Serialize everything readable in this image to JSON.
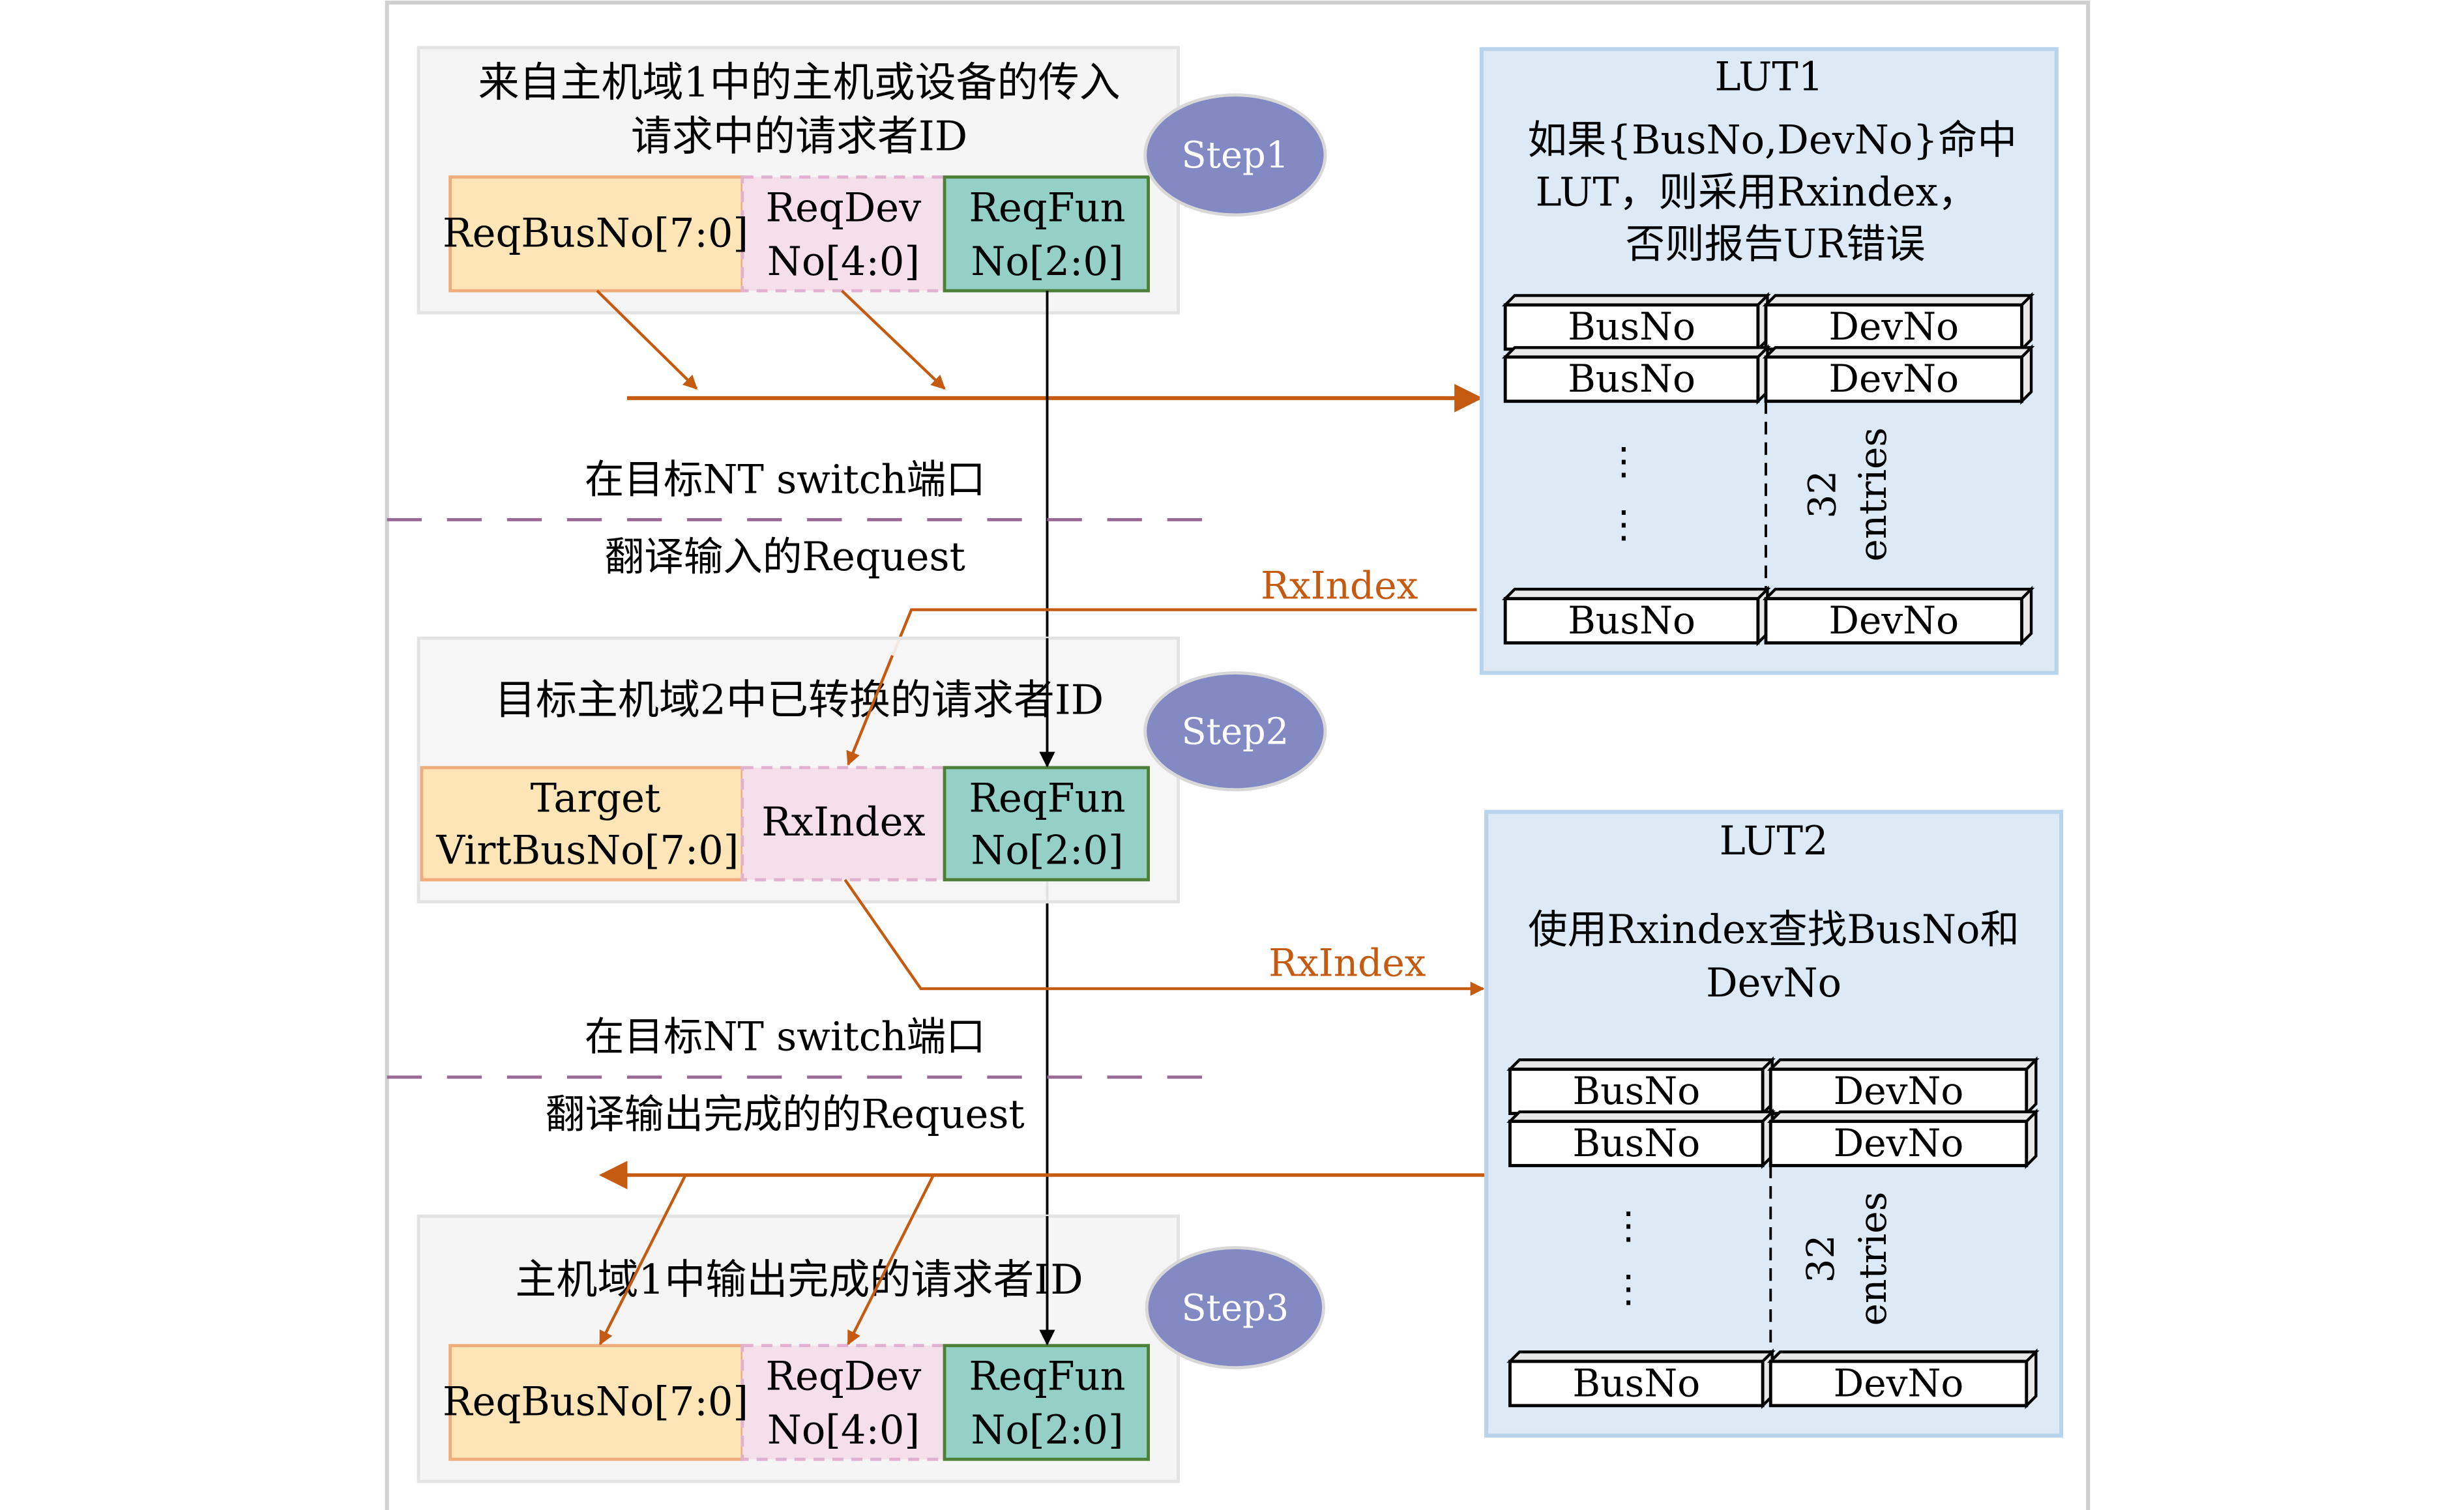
{
  "colors": {
    "frame": "#d0d0d0",
    "group_bg": "#f5f5f5",
    "group_border": "#e3e3e3",
    "bus_fill": "#fde5b8",
    "bus_border": "#f0ad7c",
    "dev_fill": "#f4dfeb",
    "dev_border": "#e0b2d0",
    "fun_fill": "#95d0c7",
    "fun_border": "#4e7f38",
    "step_fill": "#8389c3",
    "step_border": "#d8d8d8",
    "lut_fill": "#dde9f5",
    "lut_border": "#b8d3ec",
    "arrow_orange": "#c55a11",
    "divider": "#9a6a96"
  },
  "step1": {
    "title_line1": "来自主机域1中的主机或设备的传入",
    "title_line2": "请求中的请求者ID",
    "badge": "Step1",
    "fields": [
      {
        "lines": [
          "ReqBusNo[7:0]"
        ]
      },
      {
        "lines": [
          "ReqDev",
          "No[4:0]"
        ]
      },
      {
        "lines": [
          "ReqFun",
          "No[2:0]"
        ]
      }
    ]
  },
  "section1": {
    "above": "在目标NT switch端口",
    "below": "翻译输入的Request"
  },
  "step2": {
    "title": "目标主机域2中已转换的请求者ID",
    "badge": "Step2",
    "fields": [
      {
        "lines": [
          "Target",
          "VirtBusNo[7:0]"
        ]
      },
      {
        "lines": [
          "RxIndex"
        ]
      },
      {
        "lines": [
          "ReqFun",
          "No[2:0]"
        ]
      }
    ]
  },
  "section2": {
    "above": "在目标NT switch端口",
    "below": "翻译输出完成的的Request"
  },
  "step3": {
    "title": "主机域1中输出完成的请求者ID",
    "badge": "Step3",
    "fields": [
      {
        "lines": [
          "ReqBusNo[7:0]"
        ]
      },
      {
        "lines": [
          "ReqDev",
          "No[4:0]"
        ]
      },
      {
        "lines": [
          "ReqFun",
          "No[2:0]"
        ]
      }
    ]
  },
  "arrows": {
    "rxindex_to_step2": "RxIndex",
    "rxindex_to_lut2": "RxIndex"
  },
  "lut1": {
    "title": "LUT1",
    "desc_line1": "如果{BusNo,DevNo}命中",
    "desc_line2": "LUT，则采用Rxindex，",
    "desc_line3": "否则报告UR错误",
    "col1": "BusNo",
    "col2": "DevNo",
    "ellipsis": "⋮",
    "count_number": "32",
    "count_label": "entries"
  },
  "lut2": {
    "title": "LUT2",
    "desc_line1": "使用Rxindex查找BusNo和",
    "desc_line2": "DevNo",
    "col1": "BusNo",
    "col2": "DevNo",
    "ellipsis": "⋮",
    "count_number": "32",
    "count_label": "entries"
  }
}
